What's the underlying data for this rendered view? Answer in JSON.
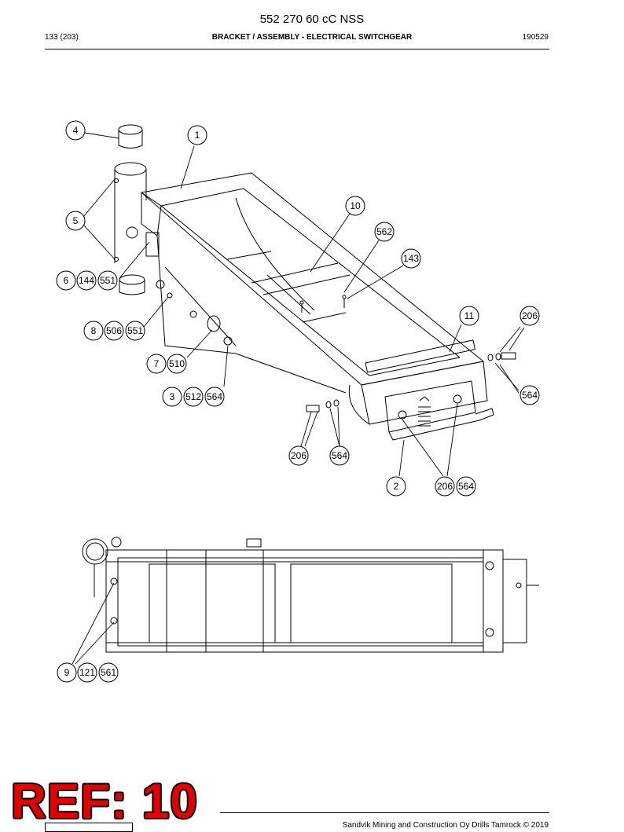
{
  "header": {
    "doc_number": "552 270 60 cC NSS",
    "page": "133 (203)",
    "section_title": "BRACKET / ASSEMBLY - ELECTRICAL SWITCHGEAR",
    "date": "190529"
  },
  "callouts": {
    "c4": "4",
    "c1": "1",
    "c10": "10",
    "c5": "5",
    "c562": "562",
    "c143": "143",
    "c6": "6",
    "c6b": "144",
    "c6c": "551",
    "c11": "11",
    "c206a": "206",
    "c8": "8",
    "c8b": "506",
    "c8c": "551",
    "c7": "7",
    "c7b": "510",
    "c564a": "564",
    "c3": "3",
    "c3b": "512",
    "c3c": "564",
    "c206b": "206",
    "c564b": "564",
    "c2": "2",
    "c206c": "206",
    "c564c": "564",
    "c9": "9",
    "c9b": "121",
    "c9c": "561"
  },
  "footer": {
    "ref": "REF: 10",
    "copyright": "Sandvik Mining and Construction Oy Drills Tamrock © 2019"
  },
  "colors": {
    "ref_red": "#e10000",
    "ink": "#000000",
    "paper": "#ffffff"
  }
}
